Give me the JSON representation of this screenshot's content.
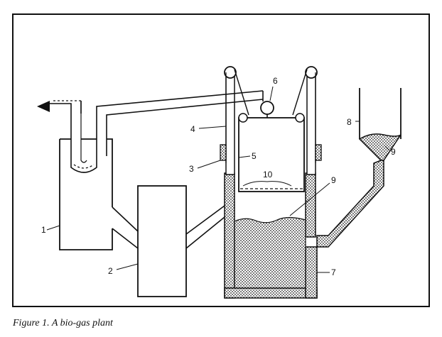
{
  "caption": "Figure 1. A bio-gas plant",
  "labels": {
    "n1": "1",
    "n2": "2",
    "n3": "3",
    "n4": "4",
    "n5": "5",
    "n6": "6",
    "n7": "7",
    "n8": "8",
    "n9a": "9",
    "n9b": "9",
    "n10": "10"
  },
  "colors": {
    "line": "#111111",
    "background": "#ffffff",
    "slurry_dot": "#222222"
  }
}
